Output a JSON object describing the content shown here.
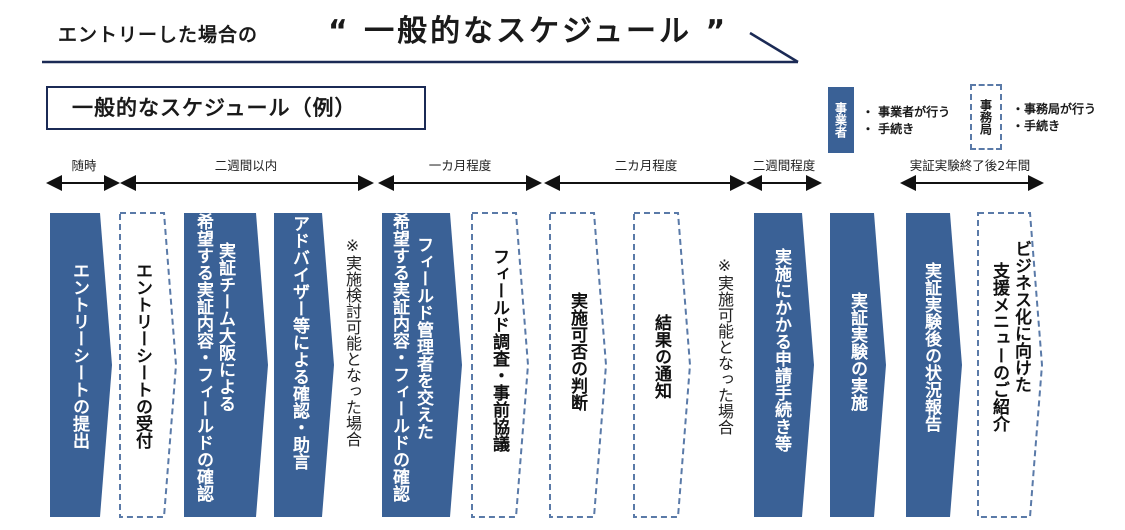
{
  "header": {
    "prefix": "エントリーした場合の",
    "main_title": "“ 一般的なスケジュール ”"
  },
  "subtitle": "一般的なスケジュール（例）",
  "legend": {
    "operator_label": "事業者",
    "operator_items": [
      "・ 事業者が行う",
      "・ 手続き"
    ],
    "office_label": "事務局",
    "office_items": [
      "・事務局が行う",
      "・手続き"
    ],
    "operator_color": "#3a6196",
    "office_border_color": "#5a7aa8"
  },
  "timeline": [
    {
      "label": "随時"
    },
    {
      "label": "二週間以内"
    },
    {
      "label": "一カ月程度"
    },
    {
      "label": "二カ月程度"
    },
    {
      "label": "二週間程度"
    },
    {
      "label": "実証実験終了後2年間"
    }
  ],
  "steps": [
    {
      "actor": "operator",
      "lines": [
        "エントリーシートの提出"
      ]
    },
    {
      "actor": "office",
      "lines": [
        "エントリーシートの受付"
      ]
    },
    {
      "actor": "operator",
      "lines": [
        "実証チーム大阪による",
        "希望する実証内容・フィールドの確認"
      ]
    },
    {
      "actor": "operator",
      "lines": [
        "アドバイザー等による確認・助言"
      ]
    },
    {
      "actor": "operator",
      "lines": [
        "フィールド管理者を交えた",
        "希望する実証内容・フィールドの確認"
      ]
    },
    {
      "actor": "office",
      "lines": [
        "フィールド調査・事前協議"
      ]
    },
    {
      "actor": "office",
      "lines": [
        "実施可否の判断"
      ]
    },
    {
      "actor": "office",
      "lines": [
        "結果の通知"
      ]
    },
    {
      "actor": "operator",
      "lines": [
        "実施にかかる申請手続き等"
      ]
    },
    {
      "actor": "operator",
      "lines": [
        "実証実験の実施"
      ]
    },
    {
      "actor": "operator",
      "lines": [
        "実証実験後の状況報告"
      ]
    },
    {
      "actor": "office",
      "lines": [
        "ビジネス化に向けた",
        "支援メニューのご紹介"
      ]
    }
  ],
  "notes": [
    {
      "text": "※実施検討可能となった場合"
    },
    {
      "text": "※実施可能となった場合"
    }
  ]
}
